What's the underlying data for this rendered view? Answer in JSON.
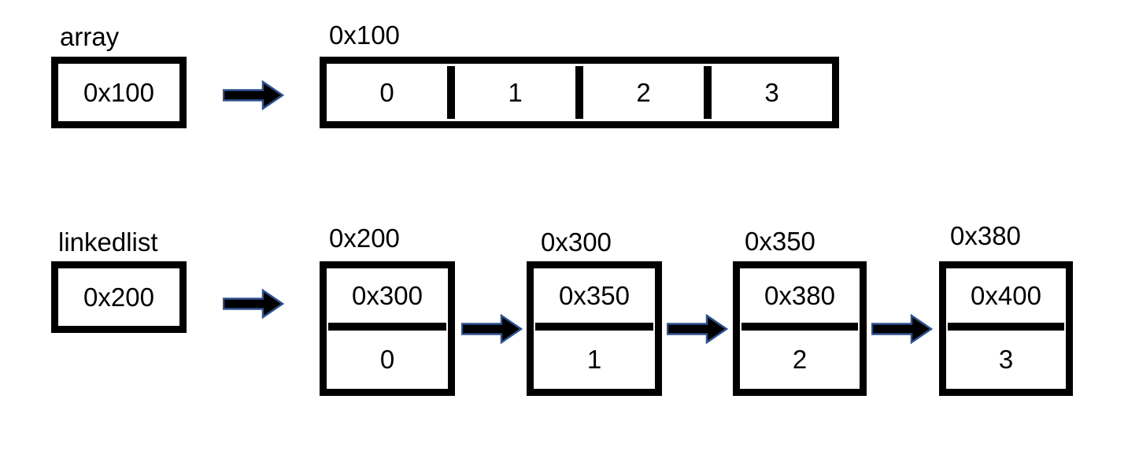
{
  "colors": {
    "background": "#FFFFFF",
    "shape_border": "#000000",
    "text": "#000000",
    "arrow_fill": "#000000",
    "arrow_outline": "#2F528F"
  },
  "array_section": {
    "label": "array",
    "pointer_box": {
      "value": "0x100"
    },
    "memory_block": {
      "address_label": "0x100",
      "cells": [
        "0",
        "1",
        "2",
        "3"
      ]
    }
  },
  "linkedlist_section": {
    "label": "linkedlist",
    "pointer_box": {
      "value": "0x200"
    },
    "nodes": [
      {
        "address_label": "0x200",
        "next_pointer": "0x300",
        "value": "0"
      },
      {
        "address_label": "0x300",
        "next_pointer": "0x350",
        "value": "1"
      },
      {
        "address_label": "0x350",
        "next_pointer": "0x380",
        "value": "2"
      },
      {
        "address_label": "0x380",
        "next_pointer": "0x400",
        "value": "3"
      }
    ]
  }
}
